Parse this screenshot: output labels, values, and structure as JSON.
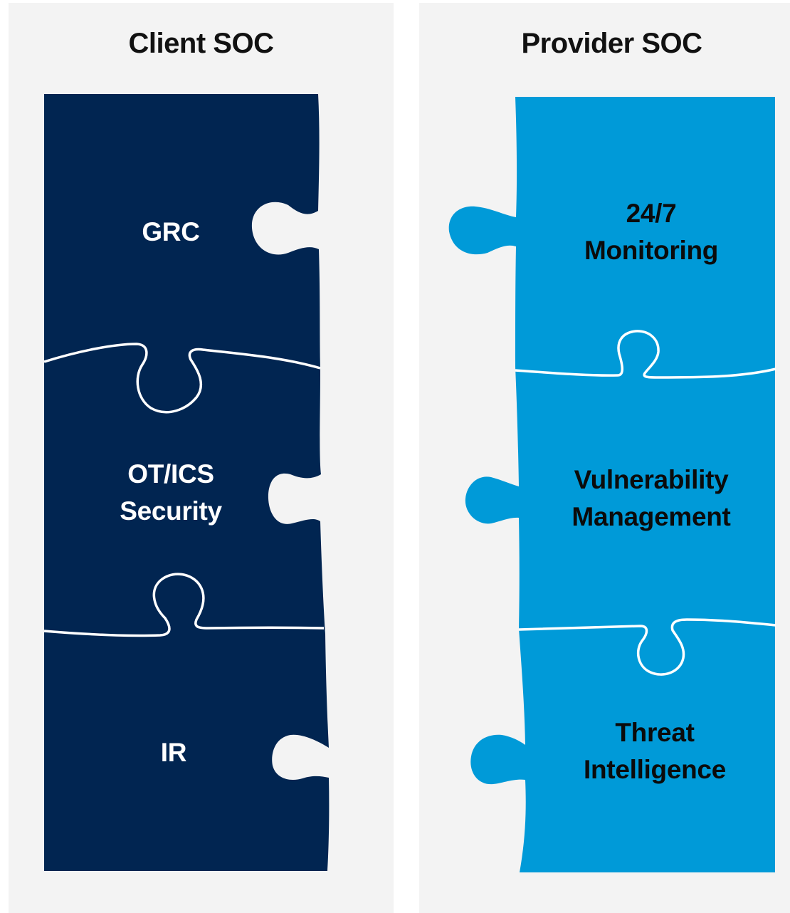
{
  "colors": {
    "background_panel": "#f3f3f3",
    "client_piece": "#012551",
    "provider_piece": "#009ad8",
    "seam": "#ffffff"
  },
  "client_soc": {
    "title": "Client SOC",
    "pieces": [
      {
        "lines": [
          "GRC"
        ]
      },
      {
        "lines": [
          "OT/ICS",
          "Security"
        ]
      },
      {
        "lines": [
          "IR"
        ]
      }
    ]
  },
  "provider_soc": {
    "title": "Provider SOC",
    "pieces": [
      {
        "lines": [
          "24/7",
          "Monitoring"
        ]
      },
      {
        "lines": [
          "Vulnerability",
          "Management"
        ]
      },
      {
        "lines": [
          "Threat",
          "Intelligence"
        ]
      }
    ]
  }
}
